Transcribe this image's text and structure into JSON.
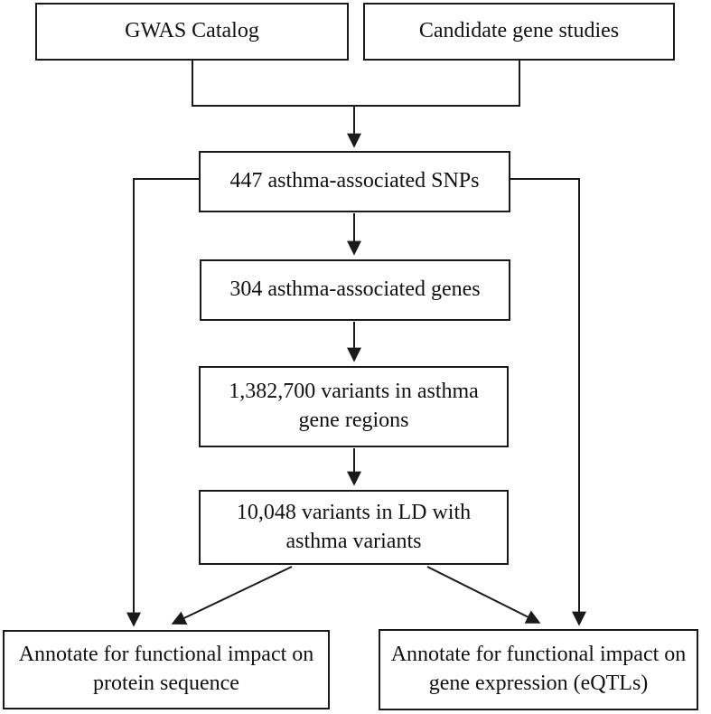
{
  "diagram": {
    "type": "flowchart",
    "background_color": "#ffffff",
    "line_color": "#1a1a1a",
    "box_border_color": "#1a1a1a",
    "text_color": "#111111",
    "boxes": [
      {
        "id": "gwas",
        "label": "GWAS Catalog"
      },
      {
        "id": "candidate",
        "label": "Candidate gene studies"
      },
      {
        "id": "snps",
        "label": "447 asthma-associated SNPs"
      },
      {
        "id": "genes",
        "label": "304 asthma-associated genes"
      },
      {
        "id": "variants",
        "label": "1,382,700 variants in asthma gene regions"
      },
      {
        "id": "ld",
        "label": "10,048 variants in LD with asthma variants"
      },
      {
        "id": "protein",
        "label": "Annotate for functional impact on protein sequence"
      },
      {
        "id": "eqtl",
        "label": "Annotate for functional impact on gene expression (eQTLs)"
      }
    ],
    "edges": [
      {
        "from": "gwas",
        "to": "snps",
        "style": "merge-elbow"
      },
      {
        "from": "candidate",
        "to": "snps",
        "style": "merge-elbow"
      },
      {
        "from": "snps",
        "to": "genes",
        "style": "straight-arrow"
      },
      {
        "from": "genes",
        "to": "variants",
        "style": "straight-arrow"
      },
      {
        "from": "variants",
        "to": "ld",
        "style": "straight-arrow"
      },
      {
        "from": "ld",
        "to": "protein",
        "style": "diagonal-arrow"
      },
      {
        "from": "ld",
        "to": "eqtl",
        "style": "diagonal-arrow"
      },
      {
        "from": "snps",
        "to": "protein",
        "style": "side-bracket-left"
      },
      {
        "from": "snps",
        "to": "eqtl",
        "style": "side-bracket-right"
      }
    ]
  }
}
